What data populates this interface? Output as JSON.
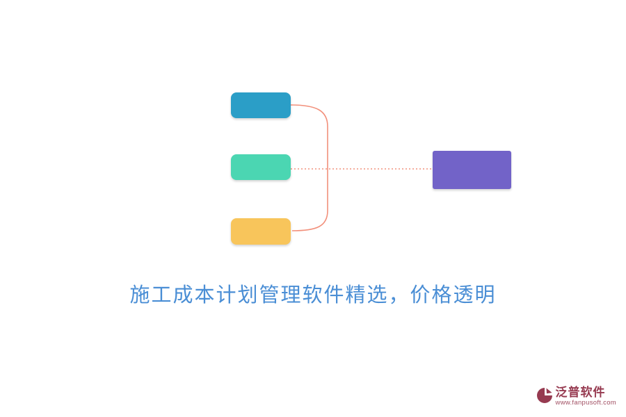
{
  "title": {
    "text": "施工成本计划管理软件精选，价格透明",
    "color": "#4A8ED5"
  },
  "mindmap": {
    "nodes": [
      {
        "name": "topic-blue",
        "color": "#2B9EC7"
      },
      {
        "name": "topic-teal",
        "color": "#4BD6B2"
      },
      {
        "name": "topic-yellow",
        "color": "#F8C55B"
      },
      {
        "name": "topic-purple",
        "color": "#7263C8"
      }
    ],
    "connector_color": "#F2907B"
  },
  "watermark": {
    "brand": "泛普软件",
    "url": "www.fanpusoft.com",
    "color": "#963A50"
  }
}
